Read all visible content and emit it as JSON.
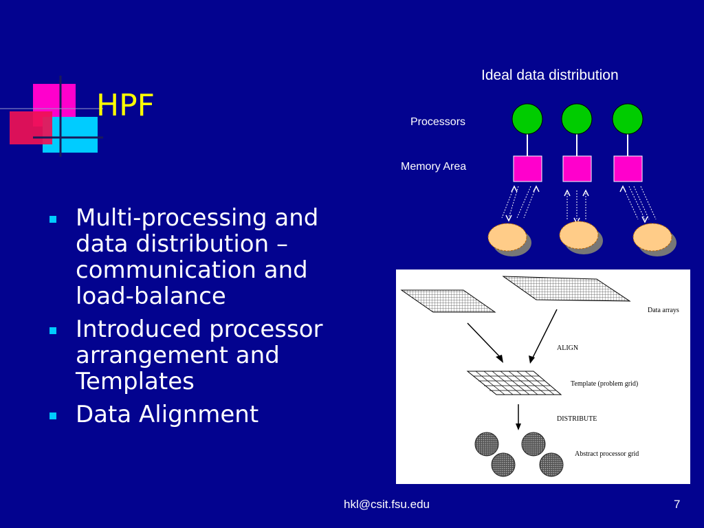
{
  "slide": {
    "title": "HPF",
    "bullets": [
      "Multi-processing and data distribution – communication and load-balance",
      "Introduced processor arrangement and Templates",
      "Data Alignment"
    ],
    "footer_email": "hkl@csit.fsu.edu",
    "page_number": "7"
  },
  "diagram_top": {
    "title": "Ideal data distribution",
    "processors_label": "Processors",
    "memory_label": "Memory Area"
  },
  "diagram_bottom": {
    "data_arrays_label": "Data arrays",
    "align_label": "ALIGN",
    "template_label": "Template (problem grid)",
    "distribute_label": "DISTRIBUTE",
    "processor_grid_label": "Abstract processor grid"
  },
  "colors": {
    "background": "#03038f",
    "title": "#ffff00",
    "bullet": "#00ccff",
    "processor": "#00cc00",
    "memory": "#ff00ff",
    "cloud": "#ffcc88"
  }
}
